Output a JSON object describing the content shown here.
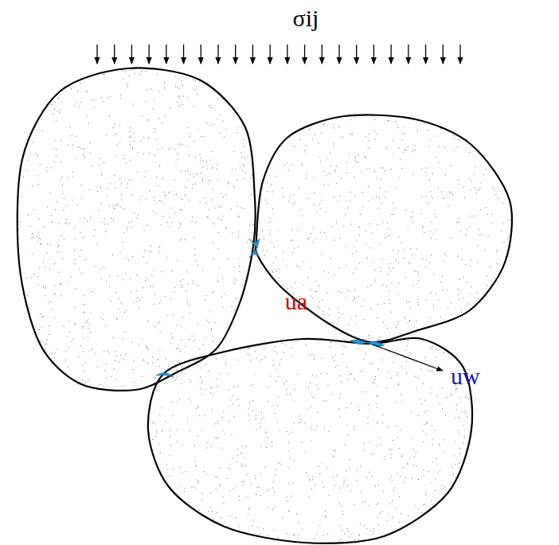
{
  "diagram": {
    "labels": [
      "σij",
      "ua",
      "uw"
    ]
  }
}
